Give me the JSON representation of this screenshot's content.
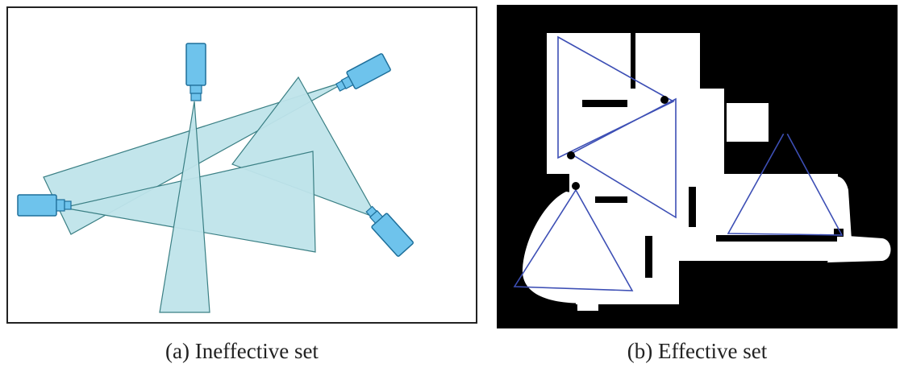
{
  "captions": {
    "a": "(a) Ineffective set",
    "b": "(b) Effective set"
  },
  "colors": {
    "fov_fill": "#bfe4ea",
    "fov_stroke": "#3a7f84",
    "camera_fill": "#6ec3ec",
    "camera_stroke": "#1e6f9a",
    "panel_a_border": "#222222",
    "map_background": "#000000",
    "free_space": "#ffffff",
    "fov_outline_b": "#3d4fb5"
  },
  "icons": {
    "camera": "camera-icon",
    "sensor": "sensor-dot"
  }
}
